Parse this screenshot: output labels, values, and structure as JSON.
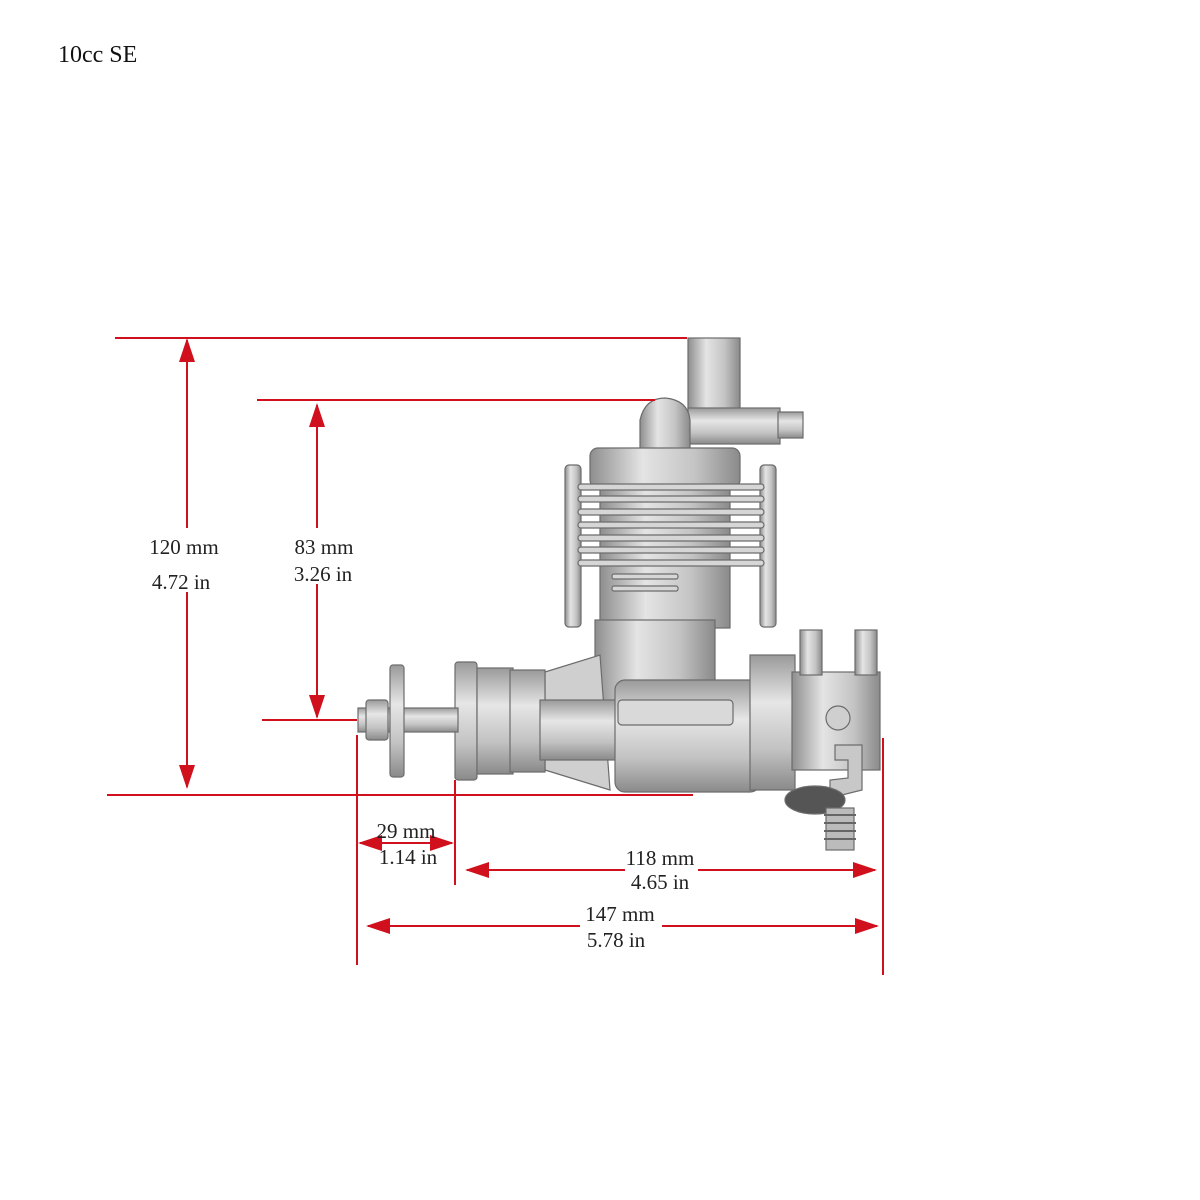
{
  "title": "10cc SE",
  "dimensions": {
    "overall_height": {
      "mm": "120 mm",
      "in": "4.72 in"
    },
    "height_to_shaft": {
      "mm": "83 mm",
      "in": "3.26 in"
    },
    "shaft_length": {
      "mm": "29 mm",
      "in": "1.14 in"
    },
    "body_length": {
      "mm": "118 mm",
      "in": "4.65 in"
    },
    "overall_length": {
      "mm": "147 mm",
      "in": "5.78 in"
    }
  },
  "colors": {
    "dimension_line": "#d0101c",
    "engine_metal": "#b8b8b8"
  }
}
